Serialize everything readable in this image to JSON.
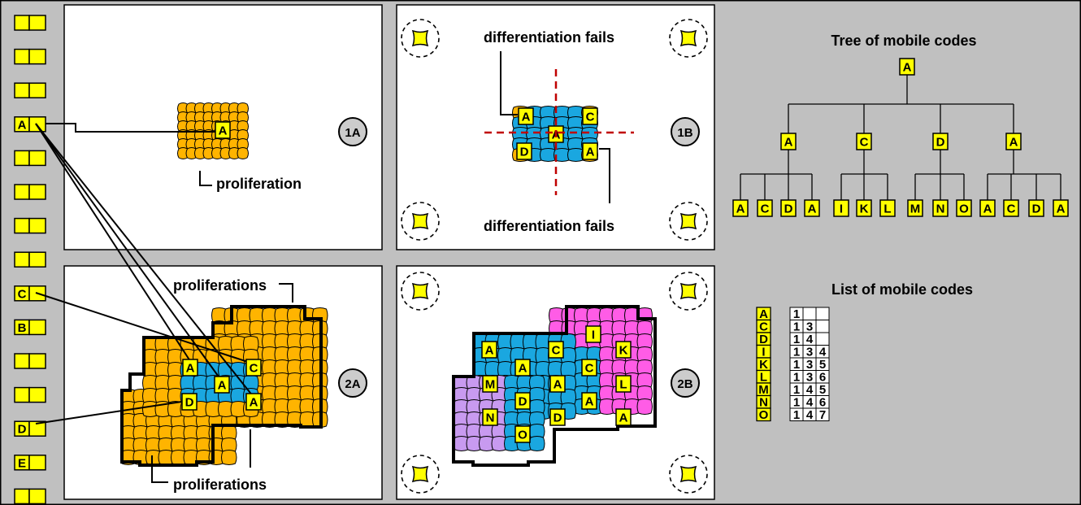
{
  "colors": {
    "background": "#c0c0c0",
    "panel": "#ffffff",
    "orange_cell": "#ffb400",
    "blue_cell": "#1aa7e0",
    "pink_cell": "#ff5ce6",
    "purple_cell": "#c89af0",
    "code_box": "#ffff00",
    "axis_red": "#c00000",
    "badge": "#cccccc"
  },
  "left_strip": [
    "",
    "",
    "",
    "A",
    "",
    "",
    "",
    "",
    "C",
    "B",
    "",
    "",
    "D",
    "E",
    ""
  ],
  "panels": {
    "p1a": {
      "badge": "1A",
      "center_code": "A",
      "label_proliferation": "proliferation"
    },
    "p1b": {
      "badge": "1B",
      "label_top": "differentiation fails",
      "label_bottom": "differentiation fails",
      "codes": [
        "A",
        "C",
        "A",
        "D",
        "A"
      ]
    },
    "p2a": {
      "badge": "2A",
      "label_top": "proliferations",
      "label_bottom": "proliferations",
      "codes": [
        "A",
        "C",
        "A",
        "D",
        "A"
      ]
    },
    "p2b": {
      "badge": "2B",
      "codes": [
        "I",
        "A",
        "C",
        "K",
        "A",
        "C",
        "M",
        "A",
        "C",
        "L",
        "D",
        "A",
        "N",
        "D",
        "A",
        "O"
      ]
    }
  },
  "tree": {
    "title": "Tree of mobile codes",
    "root": "A",
    "level1": [
      "A",
      "C",
      "D",
      "A"
    ],
    "leaves": [
      [
        "A",
        "C",
        "D",
        "A"
      ],
      [
        "I",
        "K",
        "L"
      ],
      [
        "M",
        "N",
        "O"
      ],
      [
        "A",
        "C",
        "D",
        "A"
      ]
    ]
  },
  "list": {
    "title": "List of mobile codes",
    "rows": [
      {
        "code": "A",
        "digits": [
          "1",
          "",
          ""
        ]
      },
      {
        "code": "C",
        "digits": [
          "1",
          "3",
          ""
        ]
      },
      {
        "code": "D",
        "digits": [
          "1",
          "4",
          ""
        ]
      },
      {
        "code": "I",
        "digits": [
          "1",
          "3",
          "4"
        ]
      },
      {
        "code": "K",
        "digits": [
          "1",
          "3",
          "5"
        ]
      },
      {
        "code": "L",
        "digits": [
          "1",
          "3",
          "6"
        ]
      },
      {
        "code": "M",
        "digits": [
          "1",
          "4",
          "5"
        ]
      },
      {
        "code": "N",
        "digits": [
          "1",
          "4",
          "6"
        ]
      },
      {
        "code": "O",
        "digits": [
          "1",
          "4",
          "7"
        ]
      }
    ]
  }
}
